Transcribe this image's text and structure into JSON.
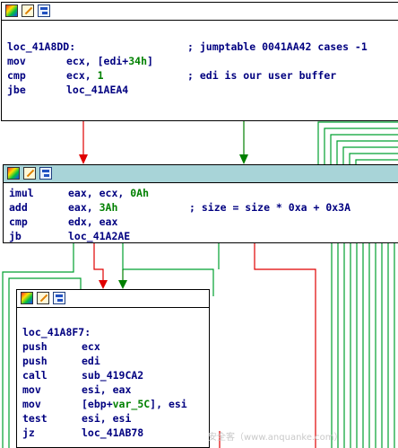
{
  "nodes": [
    {
      "id": "n1",
      "lines": [
        {
          "label": "loc_41A8DD:",
          "comment": "; jumptable 0041AA42 cases -1"
        },
        {
          "mn": "mov",
          "ops": [
            {
              "t": "ecx, [edi+"
            },
            {
              "t": "34h",
              "num": true
            },
            {
              "t": "]"
            }
          ]
        },
        {
          "mn": "cmp",
          "ops": [
            {
              "t": "ecx, "
            },
            {
              "t": "1",
              "num": true
            }
          ],
          "comment": "; edi is our user buffer"
        },
        {
          "mn": "jbe",
          "ops": [
            {
              "t": "loc_41AEA4"
            }
          ]
        }
      ]
    },
    {
      "id": "n2",
      "lines": [
        {
          "mn": "imul",
          "ops": [
            {
              "t": "eax, ecx, "
            },
            {
              "t": "0Ah",
              "num": true
            }
          ]
        },
        {
          "mn": "add",
          "ops": [
            {
              "t": "eax, "
            },
            {
              "t": "3Ah",
              "num": true
            }
          ],
          "comment": "; size = size * 0xa + 0x3A"
        },
        {
          "mn": "cmp",
          "ops": [
            {
              "t": "edx, eax"
            }
          ]
        },
        {
          "mn": "jb",
          "ops": [
            {
              "t": "loc_41A2AE"
            }
          ]
        }
      ]
    },
    {
      "id": "n3",
      "lines": [
        {
          "label": "loc_41A8F7:"
        },
        {
          "mn": "push",
          "ops": [
            {
              "t": "ecx"
            }
          ]
        },
        {
          "mn": "push",
          "ops": [
            {
              "t": "edi"
            }
          ]
        },
        {
          "mn": "call",
          "ops": [
            {
              "t": "sub_419CA2"
            }
          ]
        },
        {
          "mn": "mov",
          "ops": [
            {
              "t": "esi, eax"
            }
          ]
        },
        {
          "mn": "mov",
          "ops": [
            {
              "t": "[ebp+"
            },
            {
              "t": "var_5C",
              "num": true
            },
            {
              "t": "], esi"
            }
          ]
        },
        {
          "mn": "test",
          "ops": [
            {
              "t": "esi, esi"
            }
          ]
        },
        {
          "mn": "jz",
          "ops": [
            {
              "t": "loc_41AB78"
            }
          ]
        }
      ]
    }
  ],
  "colors": {
    "edge_false": "#e00000",
    "edge_true": "#008000",
    "edge_normal": "#00a030",
    "active_title": "#a8d4d8",
    "code_text": "#000080",
    "number": "#008000"
  },
  "icons": [
    "color-palette-icon",
    "edit-icon",
    "graph-icon"
  ],
  "watermark": "安全客（www.anquanke.com）"
}
